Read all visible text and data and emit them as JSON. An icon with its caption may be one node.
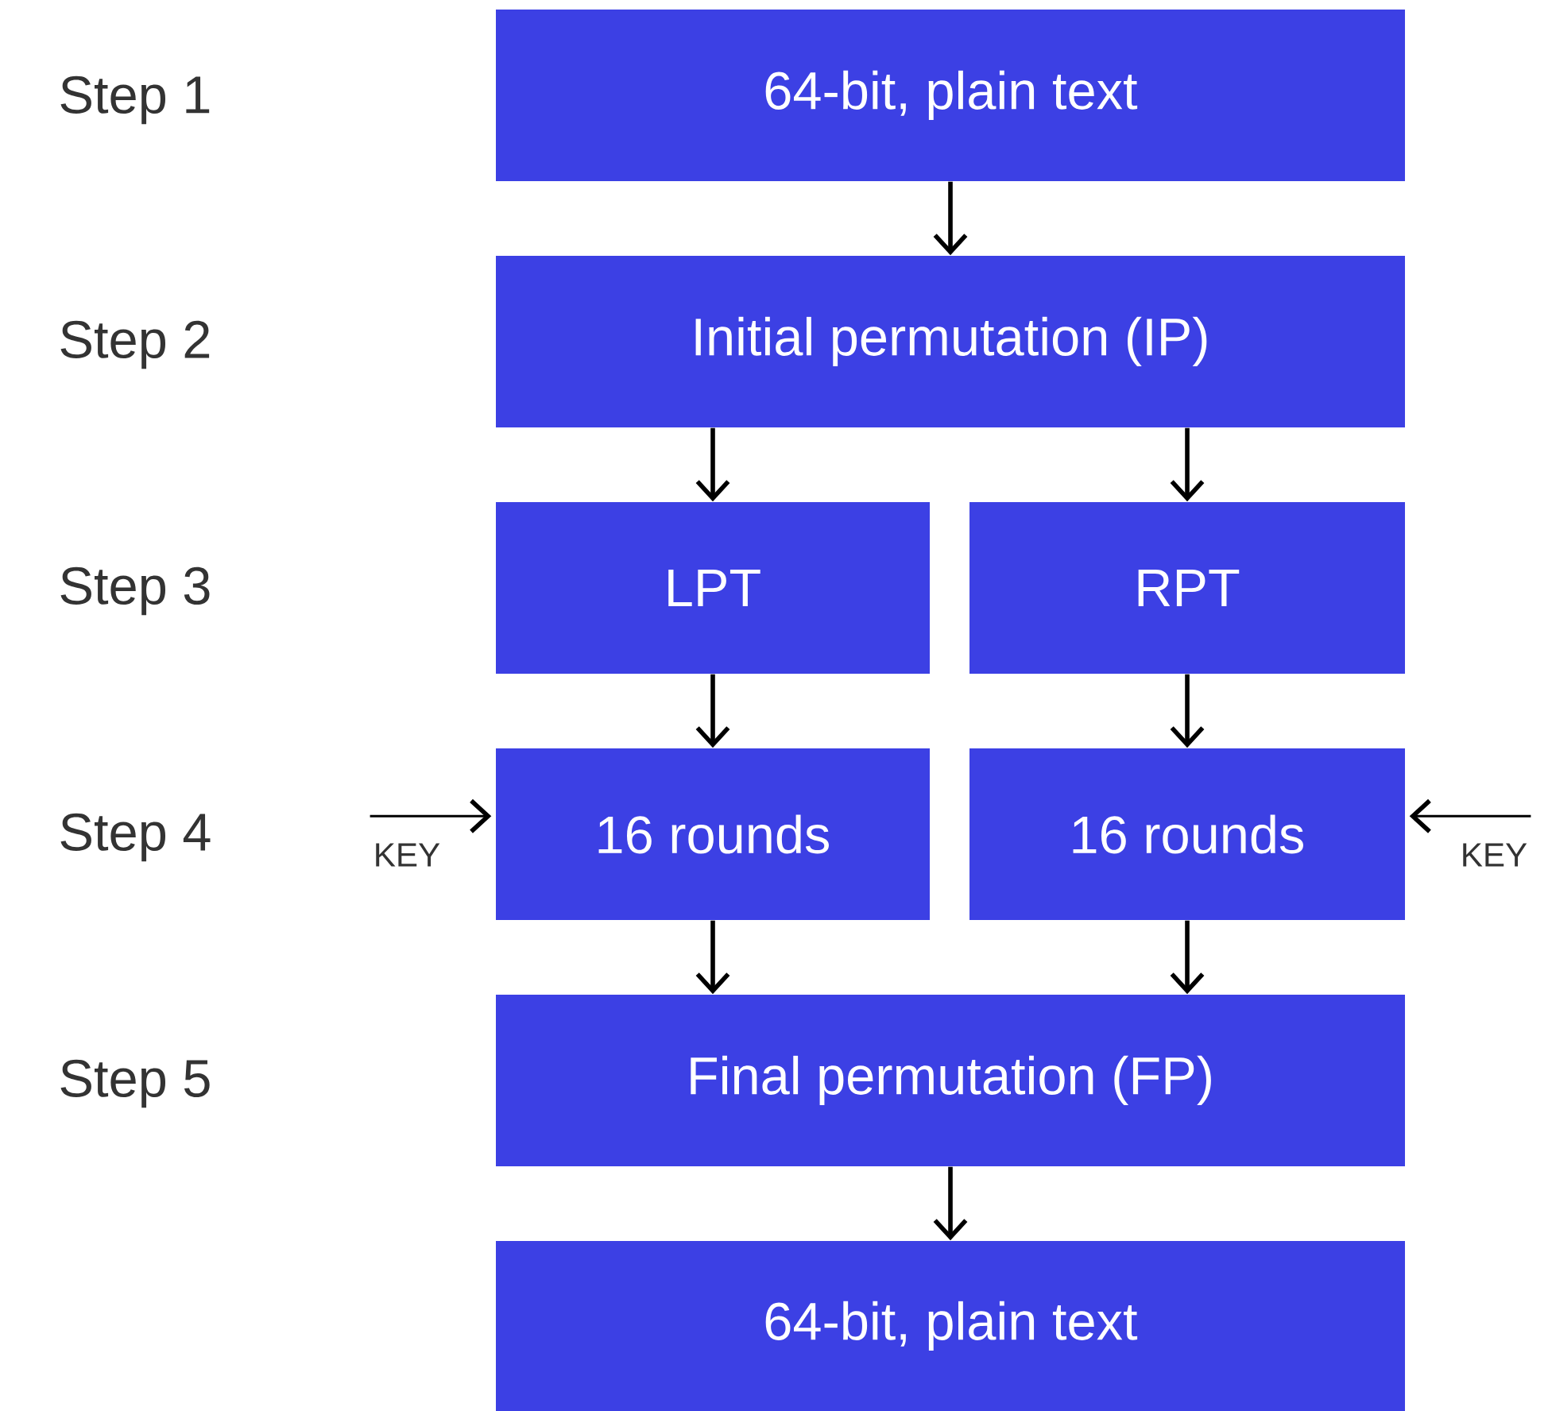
{
  "diagram": {
    "nodes": [
      {
        "text": [
          "64-bit, plain text"
        ]
      },
      {
        "text": [
          "Initial permutation (IP)"
        ]
      },
      {
        "text": [
          "LPT"
        ]
      },
      {
        "text": [
          "RPT"
        ]
      },
      {
        "text": [
          "16 rounds"
        ]
      },
      {
        "text": [
          "16 rounds"
        ]
      },
      {
        "text": [
          "Final permutation (FP)"
        ]
      },
      {
        "text": [
          "64-bit, plain text"
        ]
      },
      {
        "text": [
          "KEY"
        ]
      },
      {
        "text": [
          "KEY"
        ]
      }
    ],
    "edges": [
      {
        "from": 0,
        "to": 1,
        "arrow": "to"
      },
      {
        "from": 1,
        "to": 2,
        "arrow": "to"
      },
      {
        "from": 1,
        "to": 3,
        "arrow": "to"
      },
      {
        "from": 2,
        "to": 4,
        "arrow": "to"
      },
      {
        "from": 3,
        "to": 5,
        "arrow": "to"
      },
      {
        "from": 4,
        "to": 6,
        "arrow": "to"
      },
      {
        "from": 5,
        "to": 6,
        "arrow": "to"
      },
      {
        "from": 6,
        "to": 7,
        "arrow": "to"
      },
      {
        "from": 8,
        "to": 4,
        "arrow": "to"
      },
      {
        "from": 9,
        "to": 5,
        "arrow": "to"
      }
    ],
    "labels": [
      "Step 1",
      "Step 2",
      "Step 3",
      "Step 4",
      "Step 5"
    ]
  }
}
